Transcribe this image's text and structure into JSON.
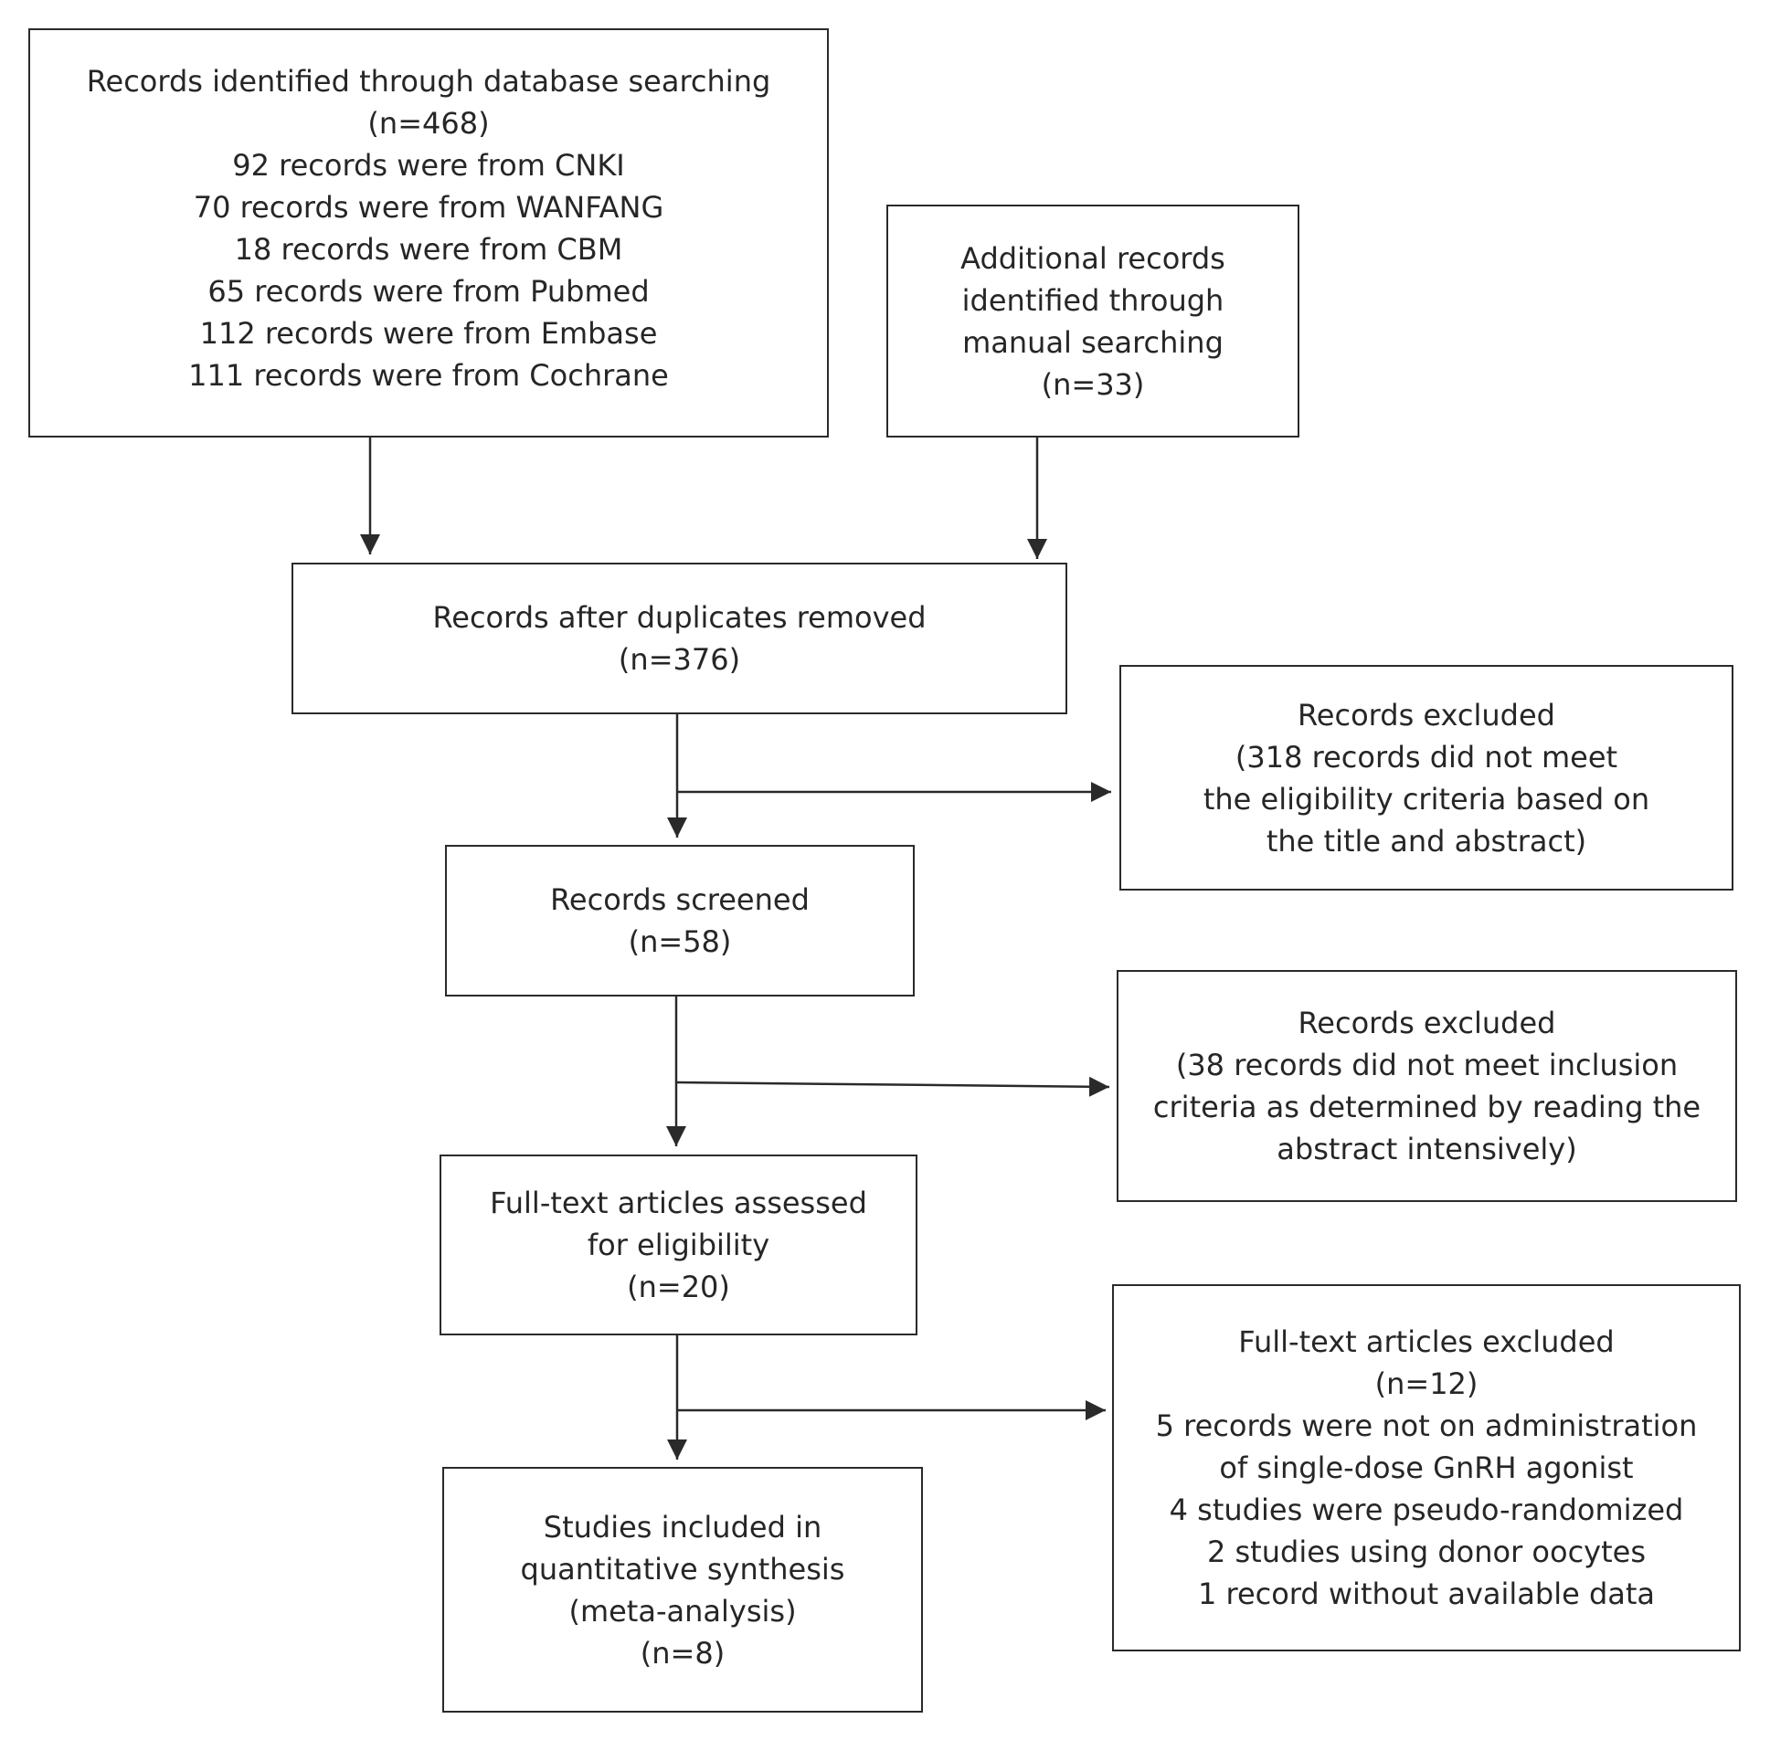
{
  "identification": {
    "database": {
      "lines": [
        "Records identified through database searching",
        "(n=468)",
        "92 records were from CNKI",
        "70 records were from WANFANG",
        "18 records were from CBM",
        "65 records were from Pubmed",
        "112 records were from Embase",
        "111 records were from Cochrane"
      ]
    },
    "additional": {
      "lines": [
        "Additional records",
        "identified through",
        "manual searching",
        "(n=33)"
      ]
    }
  },
  "after_duplicates": {
    "lines": [
      "Records after duplicates removed",
      "(n=376)"
    ]
  },
  "excluded_title_abstract": {
    "lines": [
      "Records excluded",
      "(318 records did not meet",
      "the eligibility criteria based on",
      "the title and abstract)"
    ]
  },
  "screened": {
    "lines": [
      "Records screened",
      "(n=58)"
    ]
  },
  "excluded_abstract": {
    "lines": [
      "Records excluded",
      "(38 records did not meet inclusion",
      "criteria as determined by reading the",
      "abstract intensively)"
    ]
  },
  "full_text_assessed": {
    "lines": [
      "Full-text articles assessed",
      "for eligibility",
      "(n=20)"
    ]
  },
  "full_text_excluded": {
    "lines": [
      "Full-text articles excluded",
      "(n=12)",
      "5 records were not on administration",
      "of single-dose GnRH agonist",
      "4 studies were pseudo-randomized",
      "2 studies using donor oocytes",
      "1 record without available data"
    ]
  },
  "included": {
    "lines": [
      "Studies included in",
      "quantitative synthesis",
      "(meta-analysis)",
      "(n=8)"
    ]
  },
  "colors": {
    "border": "#2a2a2a",
    "text": "#262626",
    "background": "#ffffff"
  }
}
